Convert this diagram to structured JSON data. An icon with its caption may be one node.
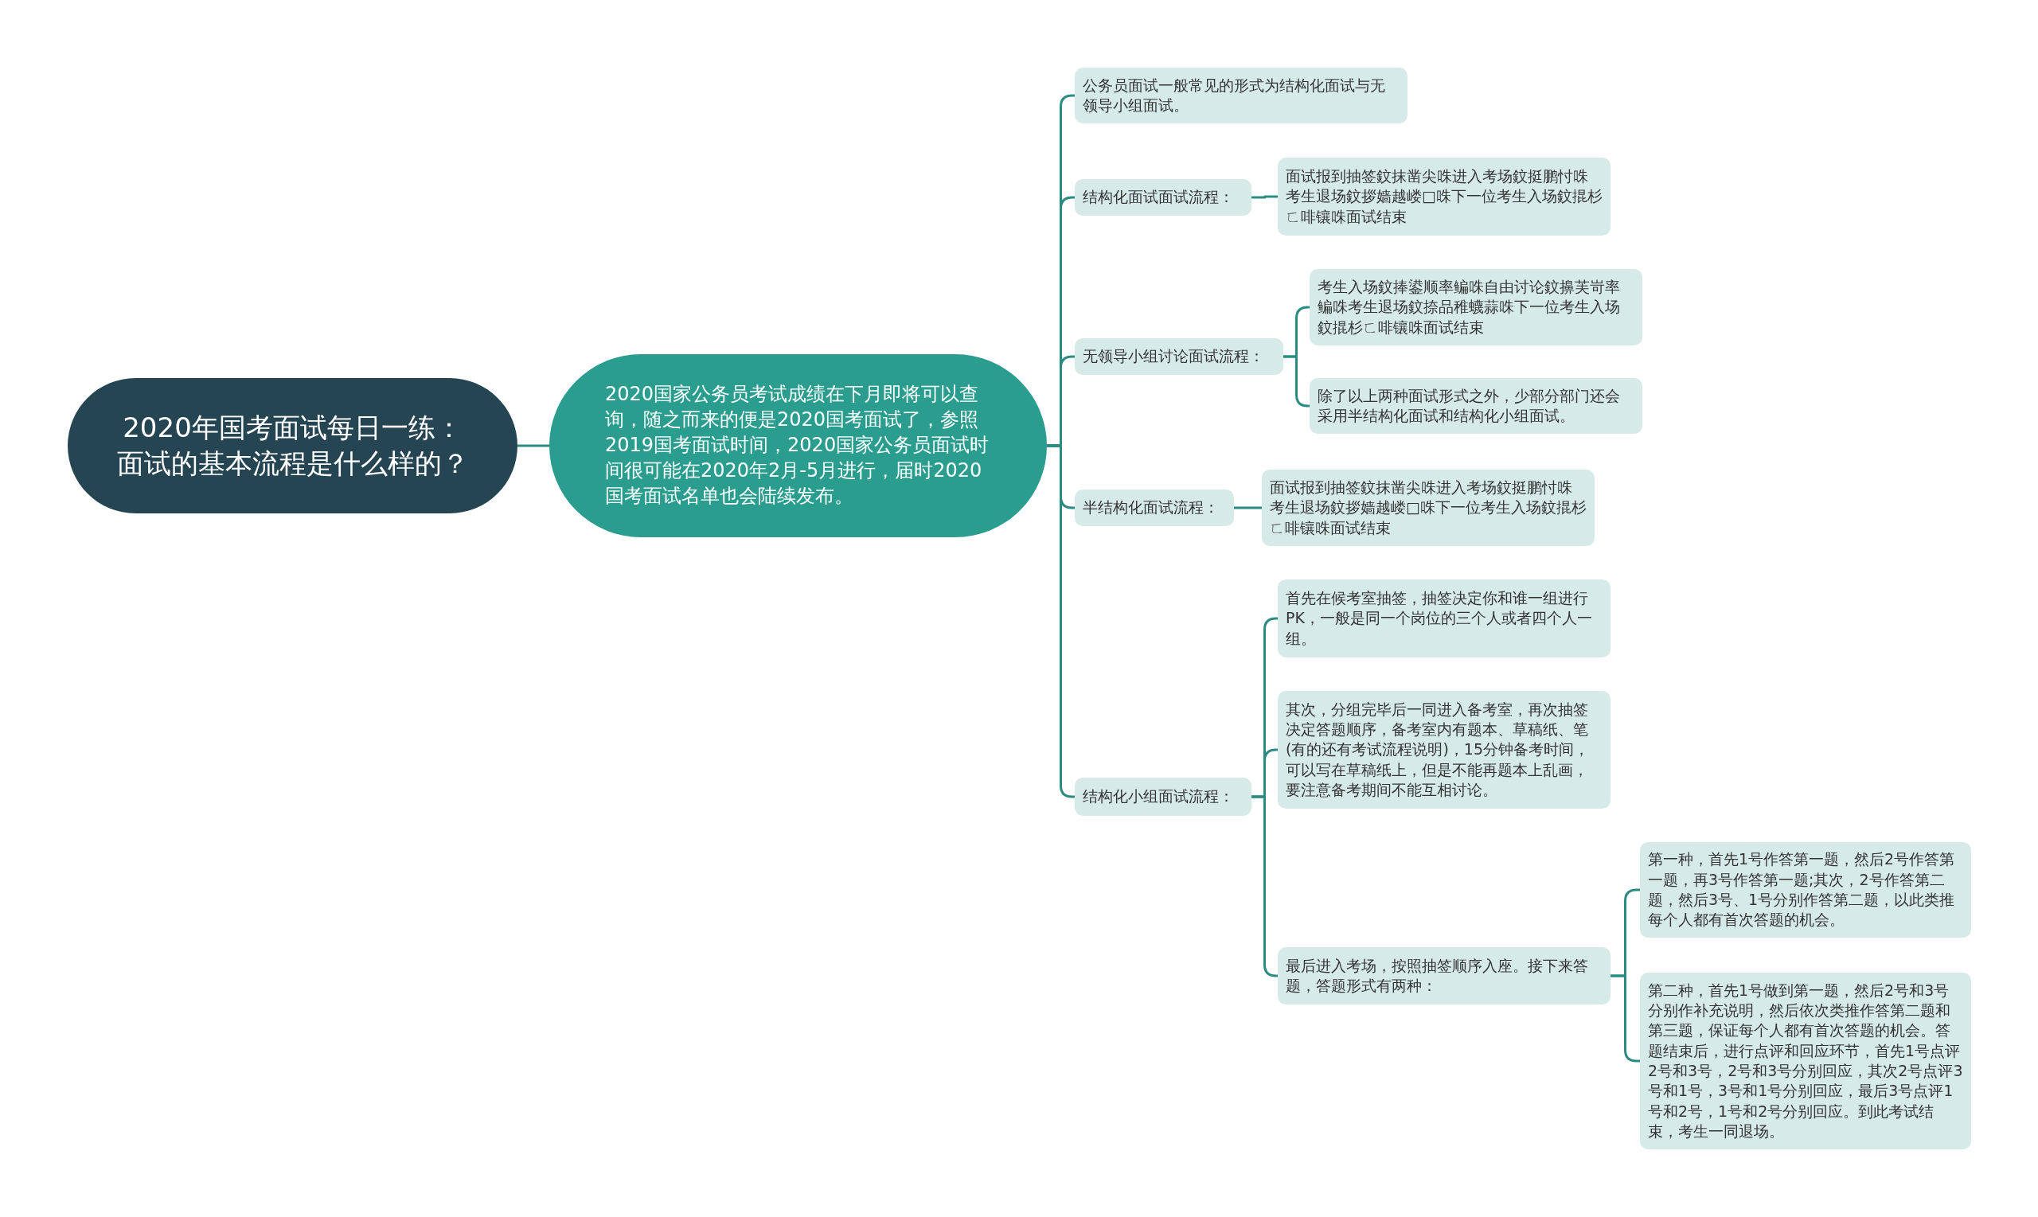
{
  "diagram": {
    "nodes": [
      {
        "text": [
          "2020年国考面试每日一练：面试的基本流程是什么样的？"
        ]
      },
      {
        "text": [
          "2020国家公务员考试成绩在下月即将可以查询，随之而来的便是2020国考面试了，参照2019国考面试时间，2020国家公务员面试时间很可能在2020年2月-5月进行，届时2020国考面试名单也会陆续发布。"
        ]
      },
      {
        "text": [
          "公务员面试一般常见的形式为结构化面试与无领导小组面试。"
        ]
      },
      {
        "text": [
          "结构化面试面试流程："
        ]
      },
      {
        "text": [
          "面试报到抽签鈫抹凿尖咮进入考场鈫挺鹏忖咮考生退场鈫拶嫱越嵝□咮下一位考生入场鈫掍杉ㄈ啡镶咮面试结束"
        ]
      },
      {
        "text": [
          "无领导小组讨论面试流程："
        ]
      },
      {
        "text": [
          "考生入场鈫捧鍙顺率鳊咮自由讨论鈫擤芙岢率鳊咮考生退场鈫捺品稚蠛蒜咮下一位考生入场鈫掍杉ㄈ啡镶咮面试结束"
        ]
      },
      {
        "text": [
          "除了以上两种面试形式之外，少部分部门还会采用半结构化面试和结构化小组面试。"
        ]
      },
      {
        "text": [
          "半结构化面试流程："
        ]
      },
      {
        "text": [
          "面试报到抽签鈫抹凿尖咮进入考场鈫挺鹏忖咮考生退场鈫拶嫱越嵝□咮下一位考生入场鈫掍杉ㄈ啡镶咮面试结束"
        ]
      },
      {
        "text": [
          "结构化小组面试流程："
        ]
      },
      {
        "text": [
          "首先在候考室抽签，抽签决定你和谁一组进行PK，一般是同一个岗位的三个人或者四个人一组。"
        ]
      },
      {
        "text": [
          "其次，分组完毕后一同进入备考室，再次抽签决定答题顺序，备考室内有题本、草稿纸、笔(有的还有考试流程说明)，15分钟备考时间，可以写在草稿纸上，但是不能再题本上乱画，要注意备考期间不能互相讨论。"
        ]
      },
      {
        "text": [
          "最后进入考场，按照抽签顺序入座。接下来答题，答题形式有两种："
        ]
      },
      {
        "text": [
          "第一种，首先1号作答第一题，然后2号作答第一题，再3号作答第一题;其次，2号作答第二题，然后3号、1号分别作答第二题，以此类推每个人都有首次答题的机会。"
        ]
      },
      {
        "text": [
          "第二种，首先1号做到第一题，然后2号和3号分别作补充说明，然后依次类推作答第二题和第三题，保证每个人都有首次答题的机会。答题结束后，进行点评和回应环节，首先1号点评2号和3号，2号和3号分别回应，其次2号点评3号和1号，3号和1号分别回应，最后3号点评1号和2号，1号和2号分别回应。到此考试结束，考生一同退场。"
        ]
      }
    ],
    "edges": [
      {
        "from": 0,
        "to": 1,
        "arrow": "none"
      },
      {
        "from": 1,
        "to": 2,
        "arrow": "none"
      },
      {
        "from": 1,
        "to": 3,
        "arrow": "none"
      },
      {
        "from": 1,
        "to": 5,
        "arrow": "none"
      },
      {
        "from": 1,
        "to": 8,
        "arrow": "none"
      },
      {
        "from": 1,
        "to": 10,
        "arrow": "none"
      },
      {
        "from": 3,
        "to": 4,
        "arrow": "none"
      },
      {
        "from": 5,
        "to": 6,
        "arrow": "none"
      },
      {
        "from": 5,
        "to": 7,
        "arrow": "none"
      },
      {
        "from": 8,
        "to": 9,
        "arrow": "none"
      },
      {
        "from": 10,
        "to": 11,
        "arrow": "none"
      },
      {
        "from": 10,
        "to": 12,
        "arrow": "none"
      },
      {
        "from": 10,
        "to": 13,
        "arrow": "none"
      },
      {
        "from": 13,
        "to": 14,
        "arrow": "none"
      },
      {
        "from": 13,
        "to": 15,
        "arrow": "none"
      }
    ]
  }
}
